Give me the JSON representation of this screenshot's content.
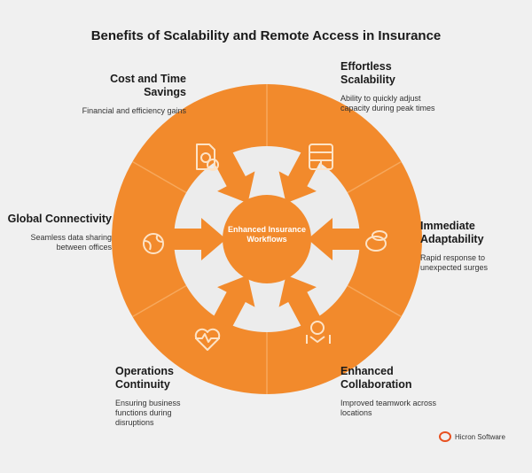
{
  "title": "Benefits of Scalability and Remote Access in Insurance",
  "center": "Enhanced Insurance Workflows",
  "benefits": [
    {
      "title": "Cost and Time Savings",
      "desc": "Financial and efficiency gains",
      "icon": "money-time-icon"
    },
    {
      "title": "Effortless Scalability",
      "desc": "Ability to quickly adjust capacity during peak times",
      "icon": "layout-icon"
    },
    {
      "title": "Immediate Adaptability",
      "desc": "Rapid response to unexpected surges",
      "icon": "chat-bubbles-icon"
    },
    {
      "title": "Enhanced Collaboration",
      "desc": "Improved teamwork across locations",
      "icon": "handshake-globe-icon"
    },
    {
      "title": "Operations Continuity",
      "desc": "Ensuring business functions during disruptions",
      "icon": "heart-pulse-icon"
    },
    {
      "title": "Global Connectivity",
      "desc": "Seamless data sharing between offices",
      "icon": "globe-icon"
    }
  ],
  "logo": "Hicron Software",
  "colors": {
    "orange": "#f28a2c",
    "light": "#ececec"
  }
}
